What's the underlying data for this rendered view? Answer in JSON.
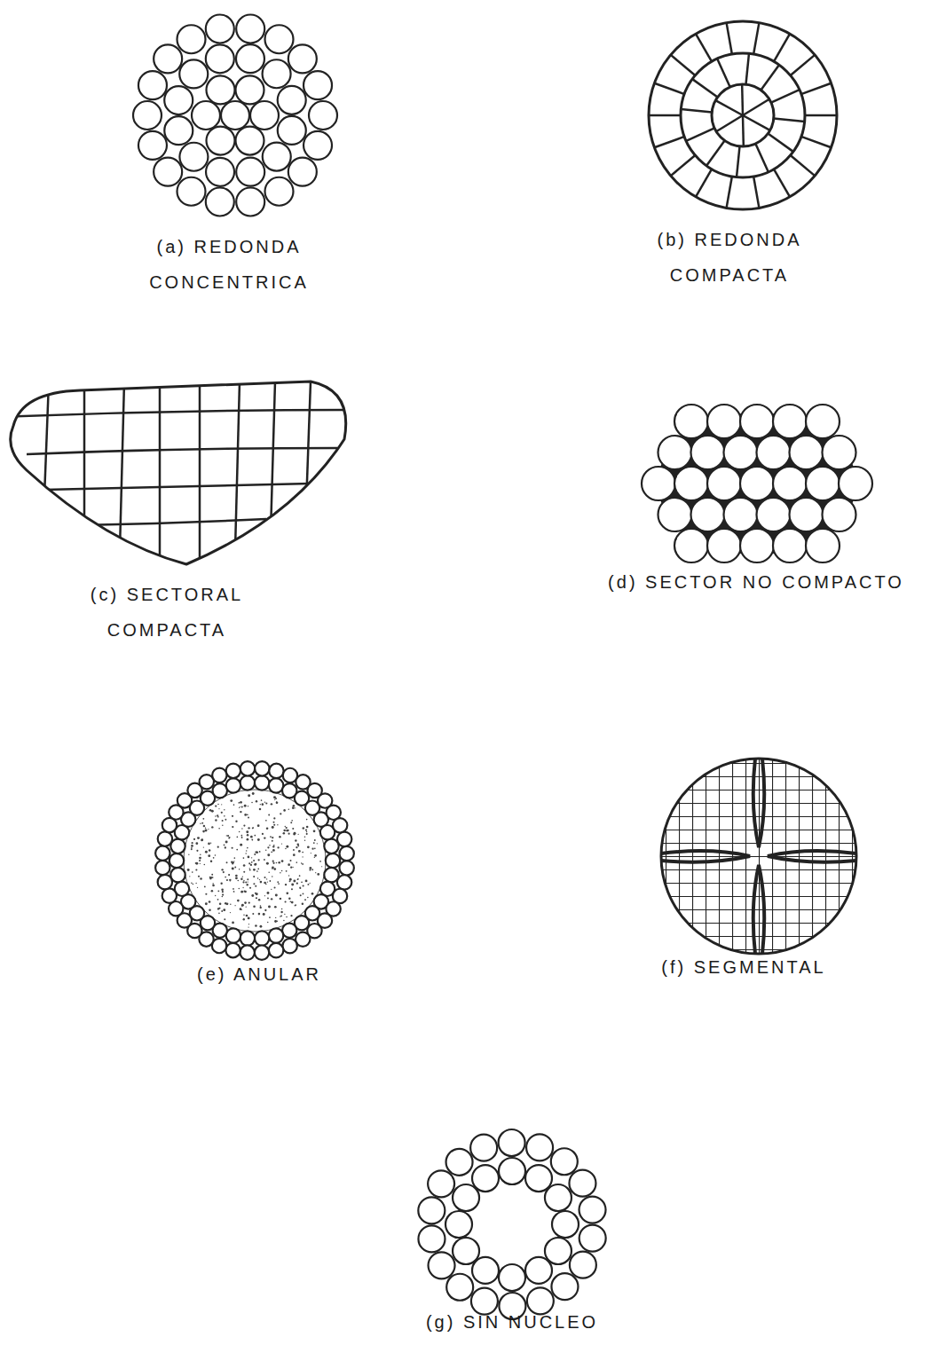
{
  "diagram": {
    "labels": [
      "(a) REDONDA CONCENTRICA",
      "(b) REDONDA COMPACTA",
      "(c) SECTORAL COMPACTA",
      "(d) SECTOR NO COMPACTO",
      "(e) ANULAR",
      "(f) SEGMENTAL",
      "(g) SIN NUCLEO"
    ]
  }
}
